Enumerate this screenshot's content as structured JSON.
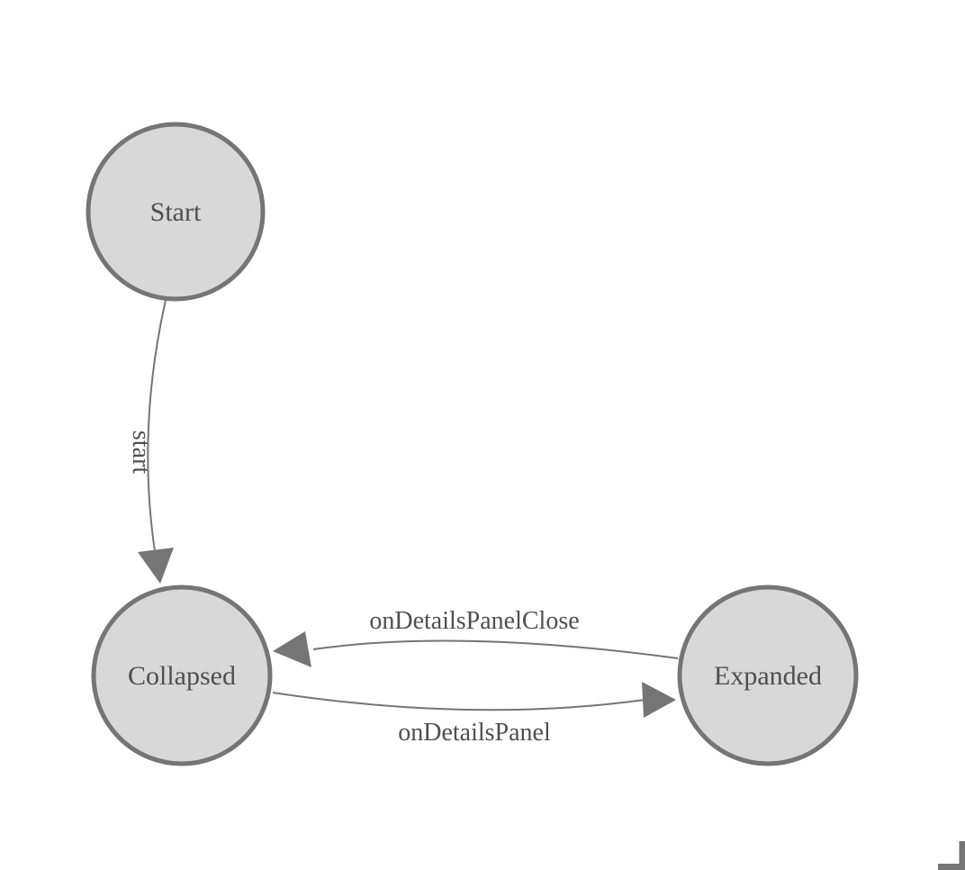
{
  "diagram": {
    "type": "state-machine",
    "colors": {
      "background": "#ffffff",
      "node_fill": "#d8d8d8",
      "node_border": "#757575",
      "edge": "#757575",
      "label_text": "#4f4f4f"
    },
    "nodes": [
      {
        "id": "start",
        "label": "Start"
      },
      {
        "id": "collapsed",
        "label": "Collapsed"
      },
      {
        "id": "expanded",
        "label": "Expanded"
      }
    ],
    "edges": [
      {
        "from": "start",
        "to": "collapsed",
        "label": "start"
      },
      {
        "from": "expanded",
        "to": "collapsed",
        "label": "onDetailsPanelClose"
      },
      {
        "from": "collapsed",
        "to": "expanded",
        "label": "onDetailsPanel"
      }
    ]
  }
}
